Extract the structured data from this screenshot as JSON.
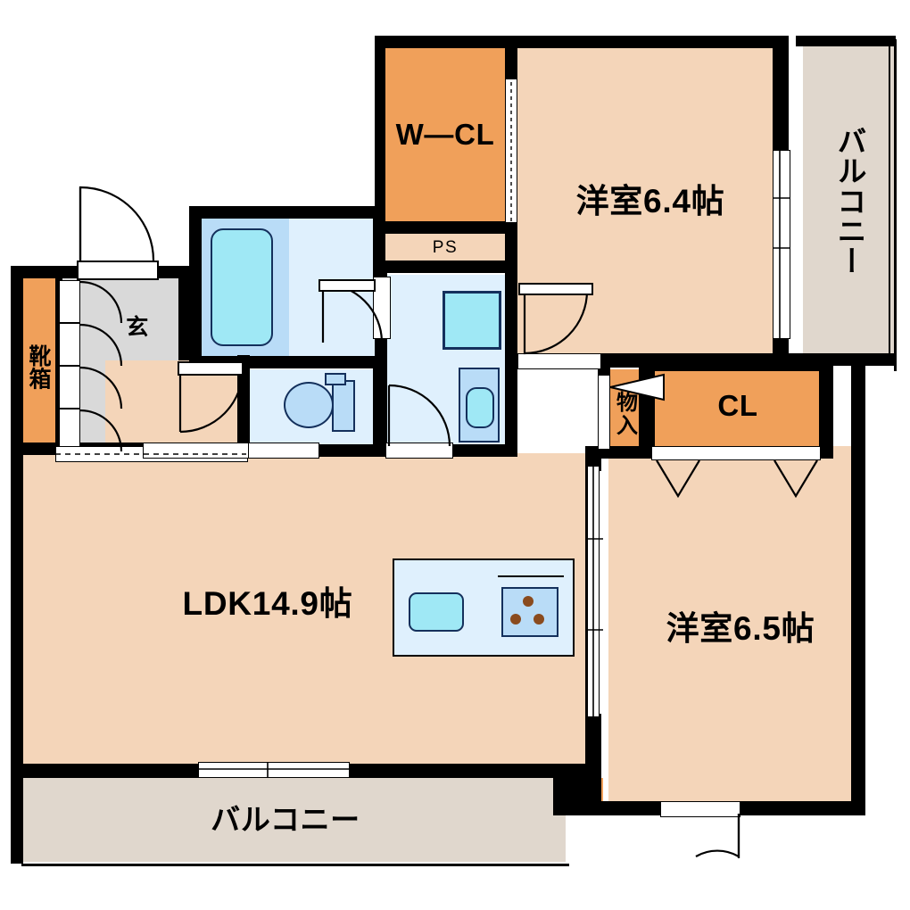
{
  "plan": {
    "type": "japanese-apartment-floor-plan",
    "layout_code": "2LDK",
    "colors": {
      "wall": "#000000",
      "floor": "#f4d5b9",
      "closet": "#f0a05a",
      "balcony": "#e0d7cd",
      "entrance_hall": "#d9d9d9",
      "wet_area": "#dff0fd",
      "bathtub_outer": "#b9dcf7",
      "bathtub_inner": "#9fe8f5",
      "stove_burner": "#8a4b1e",
      "background": "#ffffff"
    }
  },
  "rooms": {
    "walk_in_closet": {
      "label": "W—CL",
      "type": "closet"
    },
    "pipe_space": {
      "label": "PS",
      "type": "pipe-space"
    },
    "bedroom_north": {
      "label": "洋室6.4帖",
      "size_jo": 6.4,
      "type": "western-room"
    },
    "bedroom_south": {
      "label": "洋室6.5帖",
      "size_jo": 6.5,
      "type": "western-room"
    },
    "living": {
      "label": "LDK14.9帖",
      "size_jo": 14.9,
      "type": "living-dining-kitchen"
    },
    "balcony_north": {
      "label": "バルコニー",
      "type": "balcony",
      "orientation": "vertical"
    },
    "balcony_south": {
      "label": "バルコニー",
      "type": "balcony",
      "orientation": "horizontal"
    },
    "entrance": {
      "label": "玄",
      "type": "entrance-hall"
    },
    "shoe_box": {
      "label": "靴箱",
      "type": "shoe-cabinet",
      "orientation": "vertical"
    },
    "storage": {
      "label": "物入",
      "type": "storage",
      "orientation": "vertical"
    },
    "closet_south": {
      "label": "CL",
      "type": "closet"
    }
  },
  "fixtures": {
    "bathtub": {
      "name": "bathtub"
    },
    "toilet": {
      "name": "toilet"
    },
    "washbasin": {
      "name": "washbasin"
    },
    "washer_space": {
      "name": "washing-machine-space"
    },
    "kitchen_sink": {
      "name": "kitchen-sink"
    },
    "kitchen_stove": {
      "name": "kitchen-stove",
      "burners": 3
    }
  }
}
